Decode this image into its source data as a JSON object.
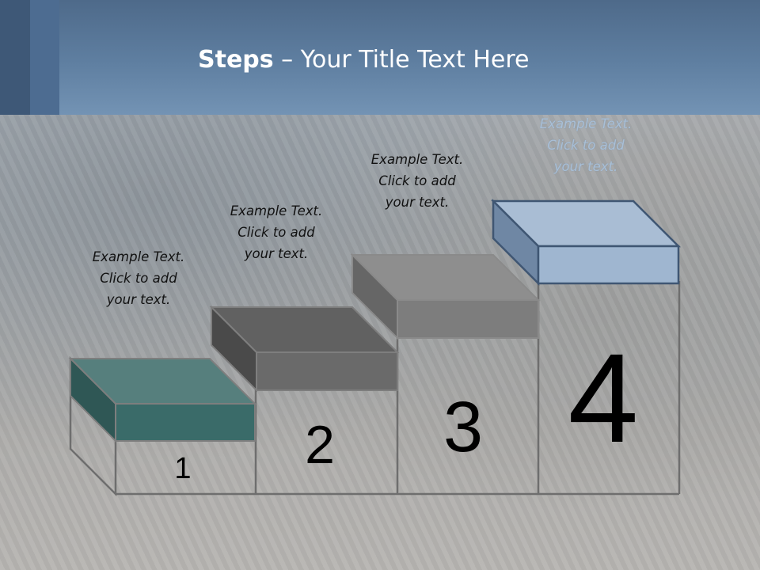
{
  "header": {
    "title_bold": "Steps",
    "title_rest": " – Your Title Text Here",
    "colors": {
      "bar": "#5f7fa1",
      "band_dark": "#3e5877",
      "band_mid": "#4d6c91"
    }
  },
  "steps": [
    {
      "number": "1",
      "caption": [
        "Example Text.",
        "Click  to add",
        "your text."
      ],
      "color": "#3a6b69"
    },
    {
      "number": "2",
      "caption": [
        "Example Text.",
        "Click  to add",
        "your text."
      ],
      "color": "#6a6a6a"
    },
    {
      "number": "3",
      "caption": [
        "Example Text.",
        "Click  to add",
        "your text."
      ],
      "color": "#7d7d7d"
    },
    {
      "number": "4",
      "caption": [
        "Example Text.",
        "Click  to add",
        "your text."
      ],
      "color": "#a4bad3"
    }
  ]
}
